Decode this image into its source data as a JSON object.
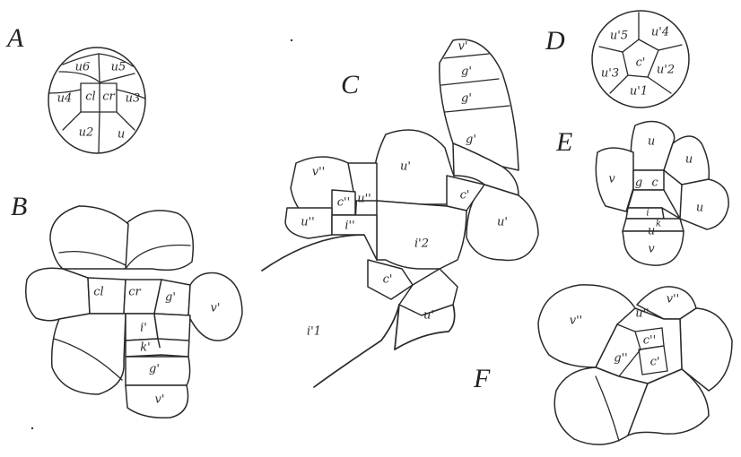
{
  "figure_letters": {
    "A": "A",
    "B": "B",
    "C": "C",
    "D": "D",
    "E": "E",
    "F": "F"
  },
  "figure_A": {
    "labels": [
      "u6",
      "u5",
      "u4",
      "cl",
      "cr",
      "u3",
      "u2",
      "u"
    ]
  },
  "figure_B": {
    "labels": [
      "cl",
      "cr",
      "g'",
      "v'",
      "i'",
      "k'",
      "g'",
      "v'"
    ]
  },
  "figure_C": {
    "labels": [
      "v'",
      "g'",
      "g'",
      "g'",
      "u'",
      "v''",
      "u''",
      "c''",
      "u''",
      "i''",
      "i'2",
      "c'",
      "u'",
      "c'",
      "u'",
      "i'1"
    ]
  },
  "figure_D": {
    "labels": [
      "u'5",
      "u'4",
      "c'",
      "u'3",
      "u'2",
      "u'1"
    ]
  },
  "figure_E": {
    "labels": [
      "u",
      "u",
      "v",
      "g",
      "c",
      "u",
      "i",
      "k",
      "u",
      "v"
    ]
  },
  "figure_F": {
    "labels": [
      "v''",
      "u''",
      "v''",
      "c''",
      "g''",
      "c'"
    ]
  }
}
